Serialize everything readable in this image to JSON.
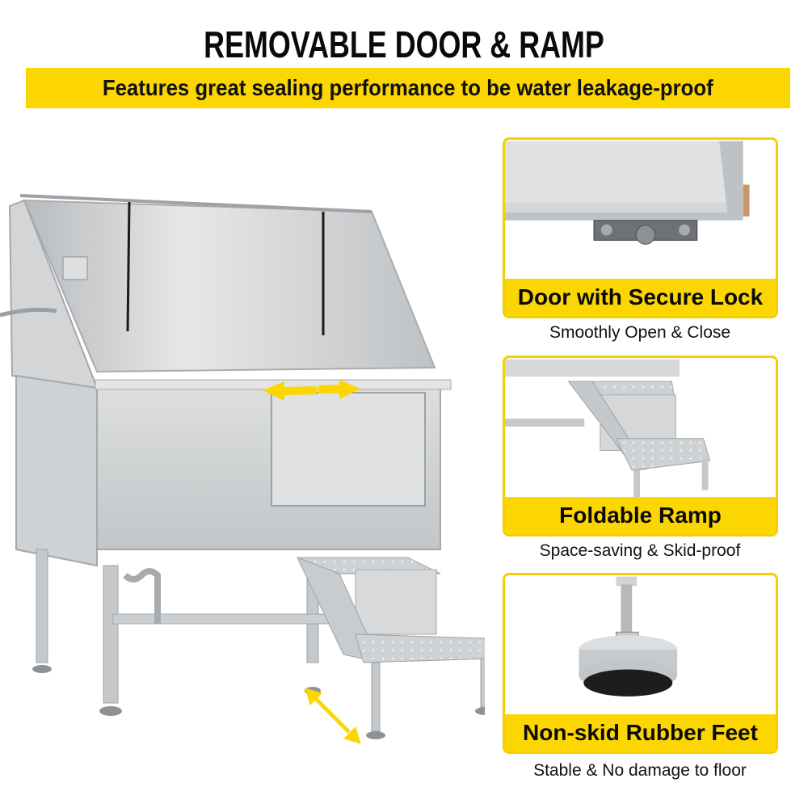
{
  "header": {
    "title": "REMOVABLE DOOR & RAMP",
    "banner": "Features great sealing performance to be water leakage-proof"
  },
  "main_image": {
    "subject": "stainless steel pet grooming tub with removable door and foldable ramp",
    "annotations": [
      "door-slide-arrow",
      "ramp-fold-arrow"
    ]
  },
  "features": [
    {
      "label": "Door with Secure Lock",
      "caption": "Smoothly Open & Close",
      "image": "door-lock-closeup"
    },
    {
      "label": "Foldable Ramp",
      "caption": "Space-saving & Skid-proof",
      "image": "ramp-closeup"
    },
    {
      "label": "Non-skid Rubber Feet",
      "caption": "Stable & No damage to floor",
      "image": "rubber-foot-closeup"
    }
  ],
  "colors": {
    "accent_yellow": "#fcd600",
    "card_border": "#f5cf00",
    "text": "#111111",
    "steel": "#c9cbcd"
  }
}
